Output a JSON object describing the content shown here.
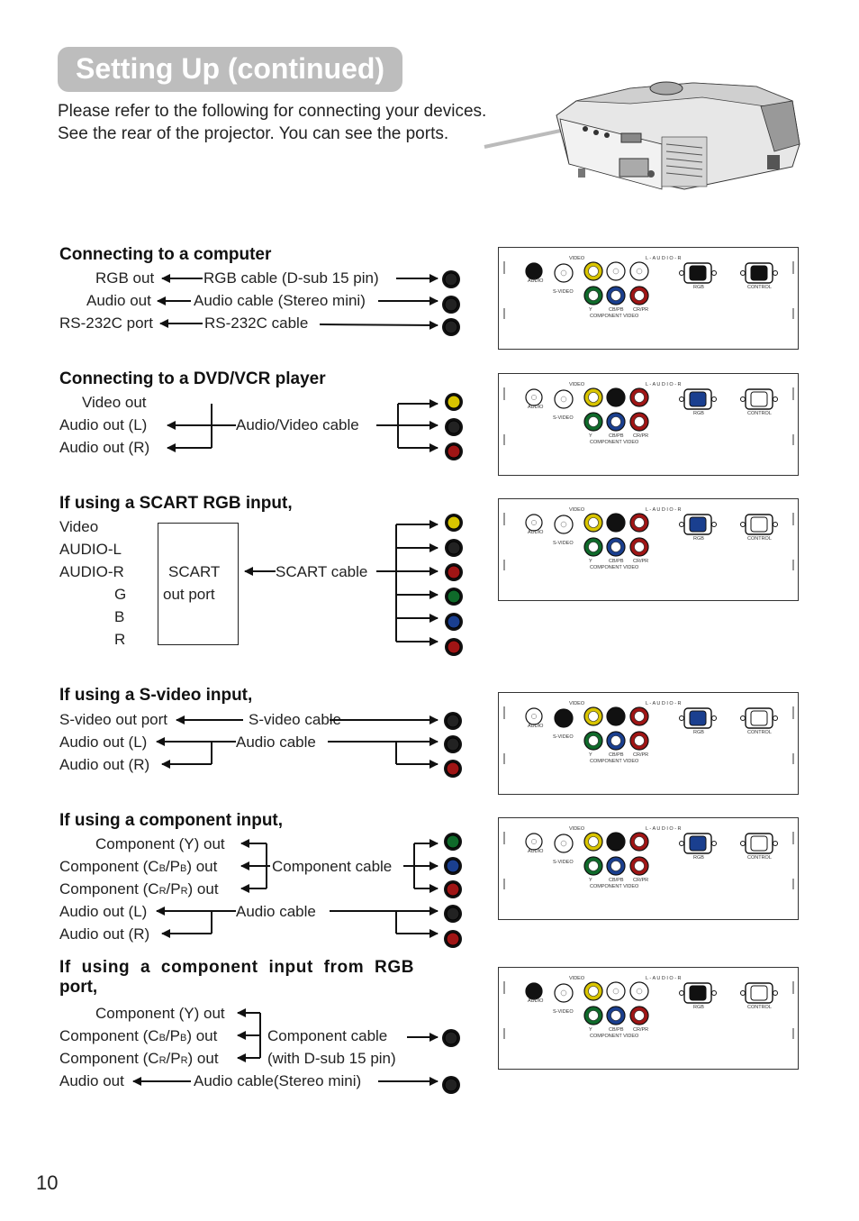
{
  "header": {
    "title": "Setting Up (continued)"
  },
  "intro": {
    "line1": "Please refer to the following for connecting your devices.",
    "line2": "See the rear of the projector. You can see the ports."
  },
  "panel_labels": {
    "video": "VIDEO",
    "audio_lr": "L - A U D I O - R",
    "audio": "AUDIO",
    "svideo": "S-VIDEO",
    "y": "Y",
    "cb": "CB/PB",
    "cr": "CR/PR",
    "component_video": "COMPONENT VIDEO",
    "rgb": "RGB",
    "control": "CONTROL"
  },
  "sections": {
    "computer": {
      "heading": "Connecting to a computer",
      "rows": [
        {
          "left": "RGB out",
          "cable": "RGB cable (D-sub 15 pin)"
        },
        {
          "left": "Audio out",
          "cable": "Audio cable (Stereo mini)"
        },
        {
          "left": "RS-232C port",
          "cable": "RS-232C cable"
        }
      ]
    },
    "dvd": {
      "heading": "Connecting to a DVD/VCR player",
      "rows": [
        "Video out",
        "Audio out (L)",
        "Audio out (R)"
      ],
      "cable": "Audio/Video cable"
    },
    "scart": {
      "heading": "If using a SCART RGB input,",
      "rows": [
        "Video",
        "AUDIO-L",
        "AUDIO-R",
        "G",
        "B",
        "R"
      ],
      "box_line1": "SCART",
      "box_line2": "out port",
      "cable": "SCART cable"
    },
    "svideo": {
      "heading": "If using a S-video input,",
      "rows": [
        "S-video out port",
        "Audio out (L)",
        "Audio out (R)"
      ],
      "cable1": "S-video cable",
      "cable2": "Audio cable"
    },
    "component": {
      "heading": "If using a component input,",
      "row1": "Component (Y) out",
      "row2a": "Component (C",
      "row2sub": "B",
      "row2b": "/P",
      "row2sub2": "B",
      "row2c": ") out",
      "row3a": "Component (C",
      "row3sub": "R",
      "row3b": "/P",
      "row3sub2": "R",
      "row3c": ") out",
      "row4": "Audio out (L)",
      "row5": "Audio out (R)",
      "cable1": "Component cable",
      "cable2": "Audio cable"
    },
    "component_rgb": {
      "heading_line1": "If  using  a  component  input  from  RGB",
      "heading_line2": "port,",
      "row1": "Component (Y) out",
      "row2a": "Component (C",
      "row2sub": "B",
      "row2b": "/P",
      "row2sub2": "B",
      "row2c": ") out",
      "row3a": "Component (C",
      "row3sub": "R",
      "row3b": "/P",
      "row3sub2": "R",
      "row3c": ") out",
      "row4": "Audio out",
      "cable1": "Component cable",
      "cable1b": "(with D-sub 15 pin)",
      "cable2": "Audio cable(Stereo mini)"
    }
  },
  "page_number": "10",
  "colors": {
    "yellow": "#d8c400",
    "red": "#a01515",
    "green": "#0f6a2a",
    "blue": "#1a3f8f",
    "black": "#111111",
    "white": "#ffffff"
  }
}
